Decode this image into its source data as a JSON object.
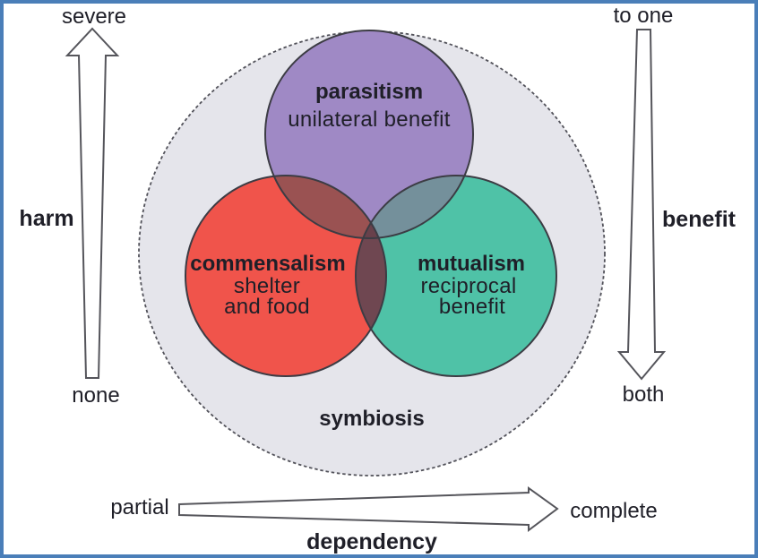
{
  "frame": {
    "border_color": "#4A7EB8",
    "background": "#FFFFFF"
  },
  "venn": {
    "outer_label": "symbiosis",
    "outer_fill": "#E5E5EB",
    "outer_stroke": "#52525A",
    "circles": {
      "parasitism": {
        "title": "parasitism",
        "subtitle": "unilateral benefit",
        "fill": "#9F89C5"
      },
      "commensalism": {
        "title": "commensalism",
        "line1": "shelter",
        "line2": "and food",
        "fill": "#F0544B"
      },
      "mutualism": {
        "title": "mutualism",
        "line1": "reciprocal",
        "line2": "benefit",
        "fill": "#4FC2A7"
      }
    },
    "overlaps": {
      "parasitism_commensalism": "#9A5252",
      "parasitism_mutualism": "#74909B",
      "commensalism_mutualism": "#6F4751",
      "all_three": "#68414B"
    }
  },
  "axes": {
    "harm": {
      "label": "harm",
      "top_label": "severe",
      "bottom_label": "none"
    },
    "benefit": {
      "label": "benefit",
      "top_label": "to one",
      "bottom_label": "both"
    },
    "dependency": {
      "label": "dependency",
      "left_label": "partial",
      "right_label": "complete"
    }
  }
}
